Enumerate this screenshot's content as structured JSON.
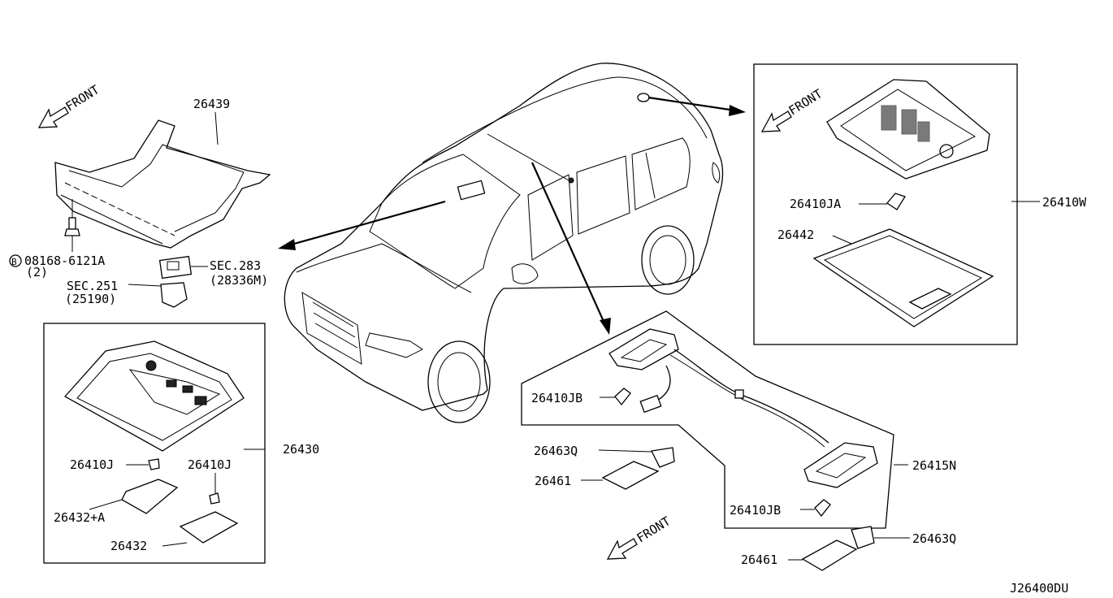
{
  "diagram_id": "J26400DU",
  "labels": {
    "front_a": "FRONT",
    "front_b": "FRONT",
    "front_c": "FRONT",
    "p26439": "26439",
    "bolt_code": "08168-6121A",
    "bolt_qty": "(2)",
    "sec283": "SEC.283",
    "sec283_ref": "(28336M)",
    "sec251": "SEC.251",
    "sec251_ref": "(25190)",
    "p26430": "26430",
    "p26410J_a": "26410J",
    "p26410J_b": "26410J",
    "p26432A": "26432+A",
    "p26432": "26432",
    "p26410W": "26410W",
    "p26410JA": "26410JA",
    "p26442": "26442",
    "p26410JB_a": "26410JB",
    "p26410JB_b": "26410JB",
    "p26463Q_a": "26463Q",
    "p26463Q_b": "26463Q",
    "p26461_a": "26461",
    "p26461_b": "26461",
    "p26415N": "26415N"
  },
  "symbols": {
    "bolt_mark": "B"
  }
}
